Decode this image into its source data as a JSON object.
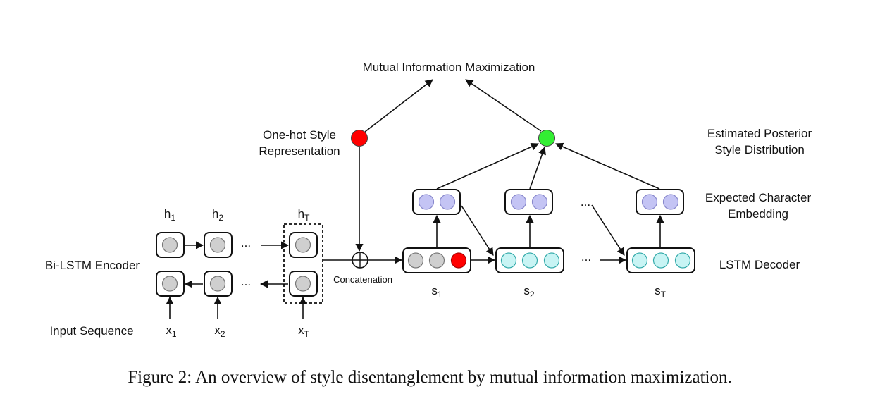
{
  "title": "Mutual Information Maximization",
  "labels": {
    "style_rep_line1": "One-hot Style",
    "style_rep_line2": "Representation",
    "posterior_line1": "Estimated Posterior",
    "posterior_line2": "Style Distribution",
    "char_emb_line1": "Expected Character",
    "char_emb_line2": "Embedding",
    "encoder": "Bi-LSTM Encoder",
    "decoder": "LSTM Decoder",
    "input": "Input Sequence",
    "concat": "Concatenation",
    "ellipsis": "..."
  },
  "hidden_states": [
    {
      "base": "h",
      "sub": "1"
    },
    {
      "base": "h",
      "sub": "2"
    },
    {
      "base": "h",
      "sub": "T"
    }
  ],
  "inputs": [
    {
      "base": "x",
      "sub": "1"
    },
    {
      "base": "x",
      "sub": "2"
    },
    {
      "base": "x",
      "sub": "T"
    }
  ],
  "decoder_states": [
    {
      "base": "s",
      "sub": "1"
    },
    {
      "base": "s",
      "sub": "2"
    },
    {
      "base": "s",
      "sub": "T"
    }
  ],
  "colors": {
    "encoder_cell": "#cfcfcf",
    "style_onehot": "#ff0000",
    "posterior": "#33ee33",
    "embedding": "#c4c4f4",
    "decoder_cell": "#c8f4f4"
  },
  "caption": "Figure 2: An overview of style disentanglement by mutual information maximization."
}
